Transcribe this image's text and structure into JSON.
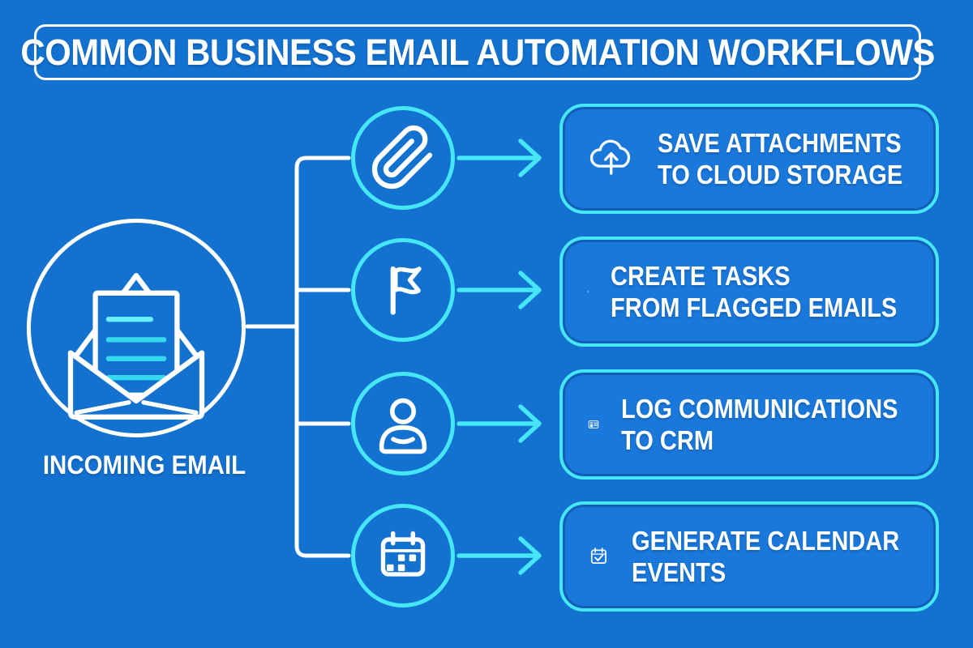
{
  "palette": {
    "background": "#1371d0",
    "card_fill": "#1a78da",
    "accent_cyan": "#45e7f6",
    "line_white": "#ffffff",
    "card_inner_edge": "rgba(9,62,140,0.45)",
    "letter_line": "#35d9ee",
    "letter_line_bright": "#66eefb"
  },
  "title": {
    "text": "COMMON BUSINESS EMAIL AUTOMATION WORKFLOWS"
  },
  "source": {
    "label": "INCOMING EMAIL",
    "icon": "open-envelope-icon"
  },
  "rows": [
    {
      "id": "attachments",
      "trigger_icon": "paperclip-icon",
      "action_icon": "cloud-upload-icon",
      "label_line1": "SAVE ATTACHMENTS",
      "label_line2": "TO CLOUD STORAGE"
    },
    {
      "id": "tasks",
      "trigger_icon": "flag-icon",
      "action_icon": "task-list-icon",
      "label_line1": "CREATE TASKS",
      "label_line2": "FROM FLAGGED EMAILS"
    },
    {
      "id": "crm",
      "trigger_icon": "user-icon",
      "action_icon": "contact-card-icon",
      "label_line1": "LOG COMMUNICATIONS",
      "label_line2": "TO CRM"
    },
    {
      "id": "calendar",
      "trigger_icon": "calendar-icon",
      "action_icon": "calendar-check-icon",
      "label_line1": "GENERATE CALENDAR",
      "label_line2": "EVENTS"
    }
  ]
}
